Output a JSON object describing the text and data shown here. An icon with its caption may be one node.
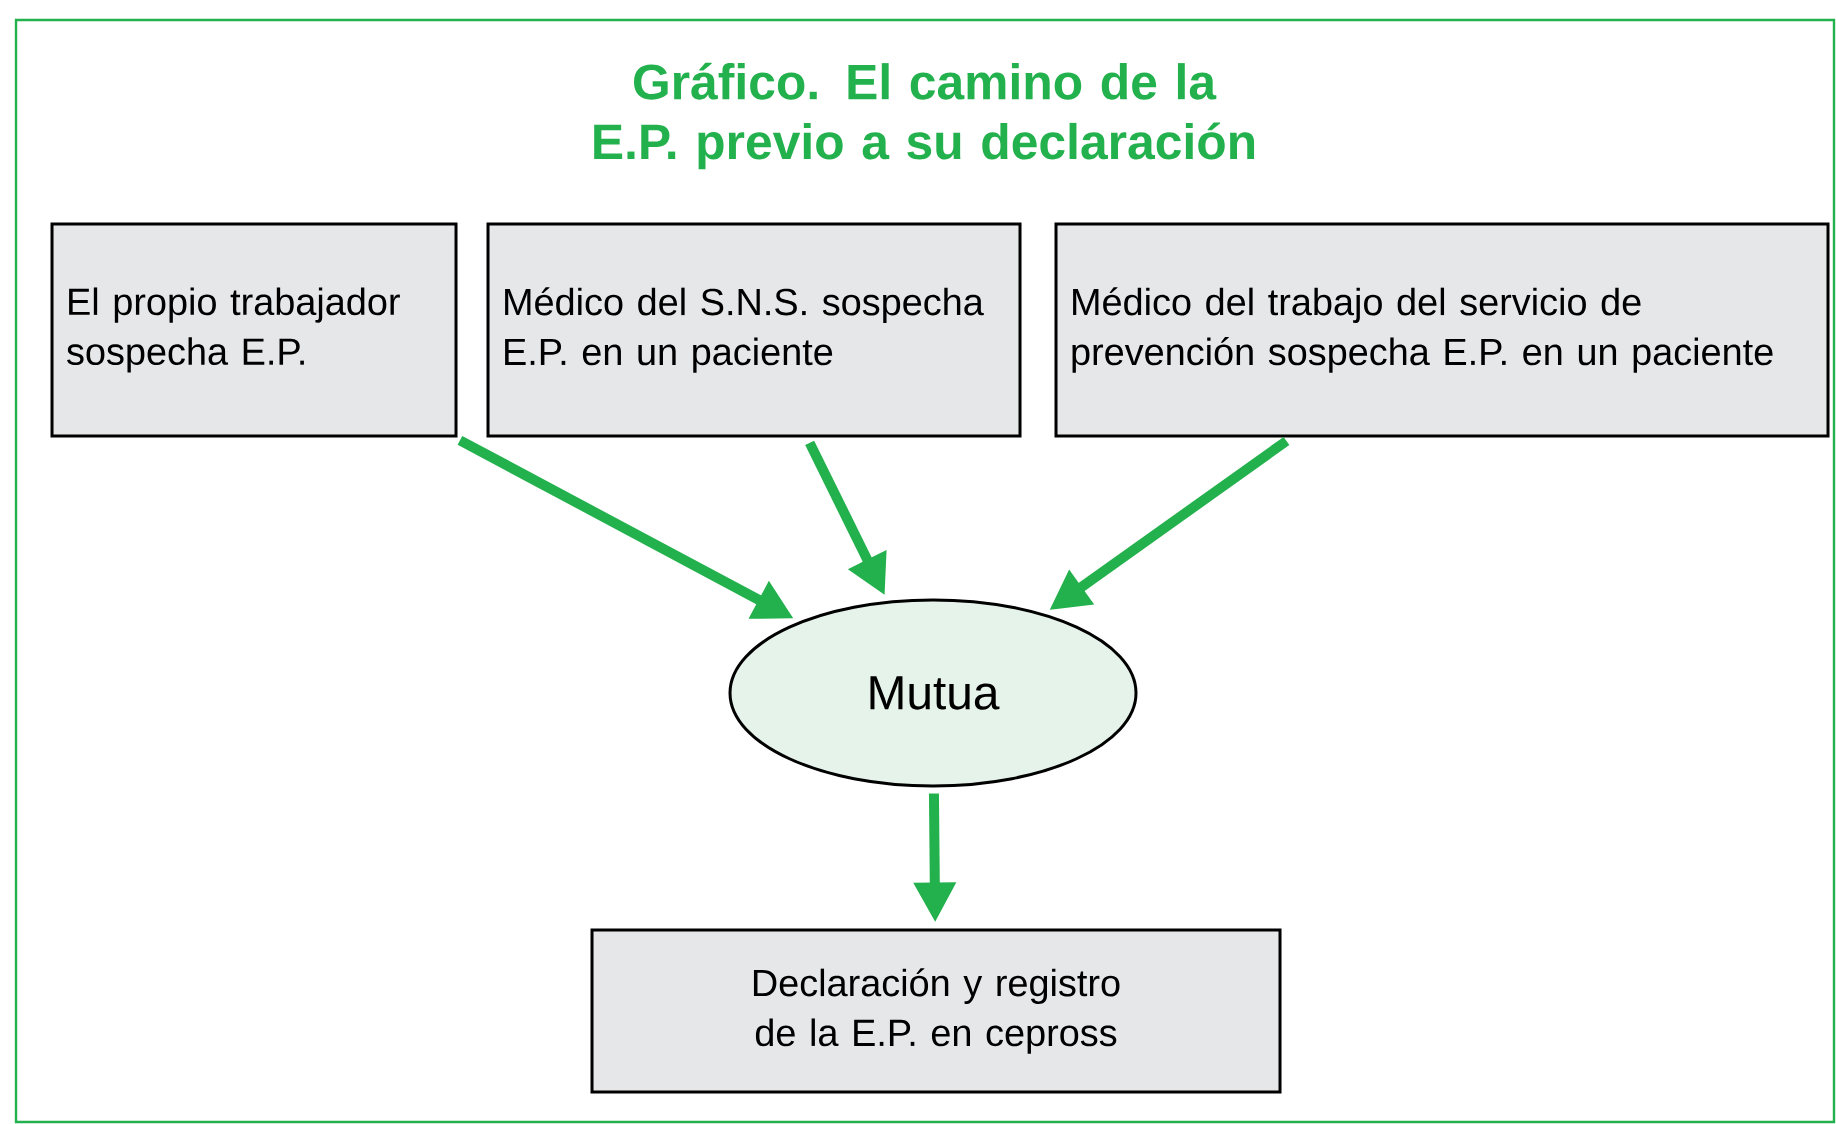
{
  "diagram": {
    "title": "Gráfico. El camino de la E.P. previo a su declaración",
    "nodes": [
      {
        "text": [
          "El propio trabajador sospecha E.P."
        ]
      },
      {
        "text": [
          "Médico del S.N.S. sospecha E.P. en un paciente"
        ]
      },
      {
        "text": [
          "Médico del trabajo del servicio de prevención sospecha E.P. en un paciente"
        ]
      },
      {
        "text": [
          "Mutua"
        ]
      },
      {
        "text": [
          "Declaración y registro de la E.P. en cepross"
        ]
      }
    ],
    "edges": [
      {
        "from": 0,
        "to": 3,
        "arrow": "to"
      },
      {
        "from": 1,
        "to": 3,
        "arrow": "to"
      },
      {
        "from": 2,
        "to": 3,
        "arrow": "to"
      },
      {
        "from": 3,
        "to": 4,
        "arrow": "to"
      }
    ]
  }
}
